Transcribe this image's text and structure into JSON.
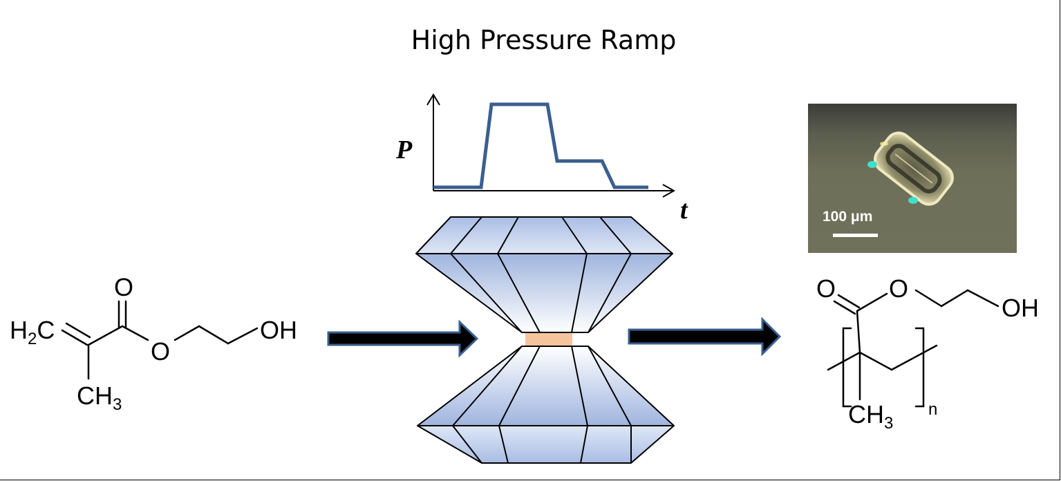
{
  "title": "High Pressure Ramp",
  "pressure_plot": {
    "y_axis_label": "P",
    "x_axis_label": "t",
    "profile": [
      "low",
      "rise",
      "high",
      "drop",
      "intermediate",
      "drop",
      "low"
    ],
    "line_color": "#3a5f8f"
  },
  "monomer": {
    "h2c_main": "H",
    "h2c_sub": "2",
    "h2c_tail": "C",
    "oh": "OH",
    "carbonyl_o": "O",
    "ester_o": "O",
    "ch3_main": "CH",
    "ch3_sub": "3"
  },
  "polymer": {
    "carbonyl_o": "O",
    "ester_o": "O",
    "oh": "OH",
    "ch3_main": "CH",
    "ch3_sub": "3",
    "repeat_n": "n"
  },
  "micrograph": {
    "scale_label": "100 μm"
  },
  "colors": {
    "arrow_fill": "#000000",
    "arrow_outline": "#3a5f8f",
    "diamond_edge": "#7f98c9",
    "sample": "#f5c49d"
  }
}
